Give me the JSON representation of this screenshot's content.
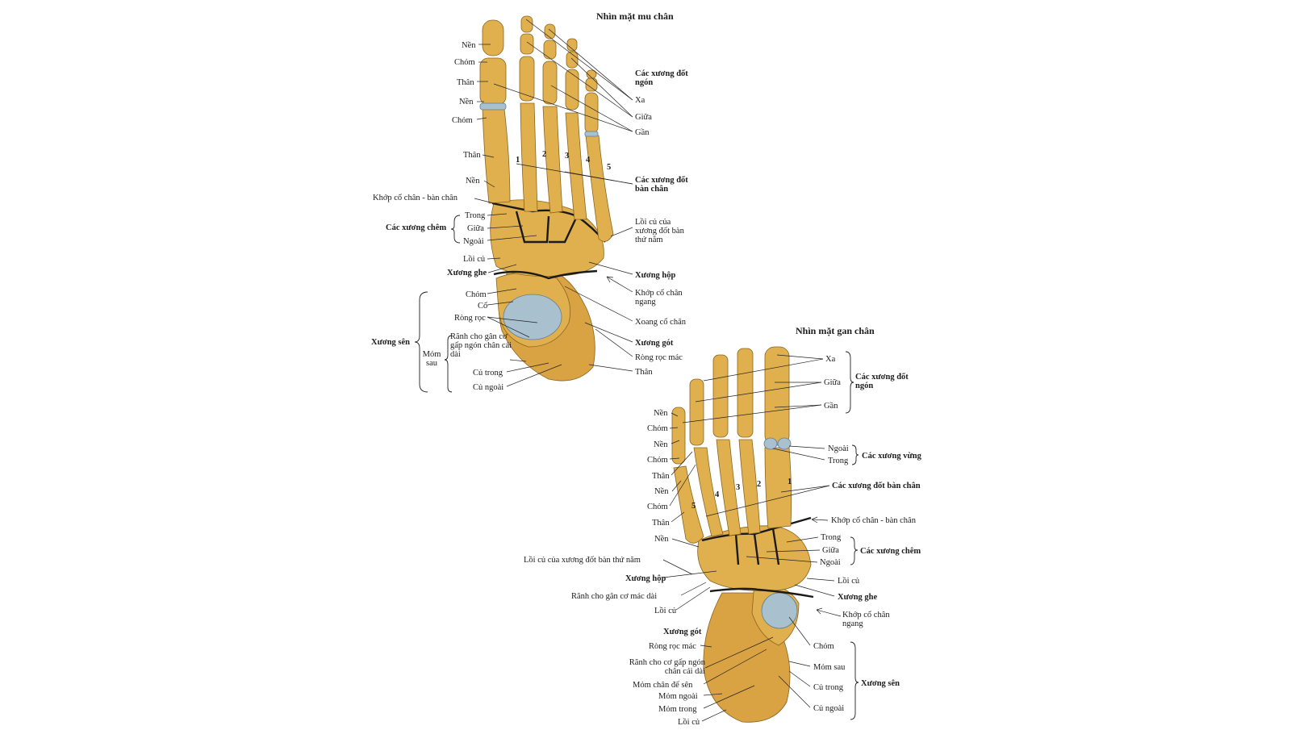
{
  "dorsal": {
    "title": "Nhìn mặt mu chân",
    "labels": {
      "nen1": "Nền",
      "chom1": "Chỏm",
      "than1": "Thân",
      "nen2": "Nền",
      "chom2": "Chỏm",
      "than2": "Thân",
      "nen3": "Nền",
      "khop_cc_bc": "Khớp cổ chân - bàn chân",
      "cac_xuong_chem": "Các xương chêm",
      "trong": "Trong",
      "giua": "Giữa",
      "ngoai": "Ngoài",
      "loi_cu": "Lồi củ",
      "xuong_ghe": "Xương ghe",
      "chom3": "Chỏm",
      "co": "Cổ",
      "rong_roc": "Ròng rọc",
      "xuong_sen": "Xương sên",
      "mom_sau": "Mỏm sau",
      "ranh_gan": "Rãnh cho gân cơ gấp ngón chân cái dài",
      "cu_trong": "Củ trong",
      "cu_ngoai": "Củ ngoài",
      "cac_xuong_dot_ngon": "Các xương đốt ngón",
      "xa": "Xa",
      "giua2": "Giữa",
      "gan": "Gần",
      "cac_xuong_dot_ban_chan": "Các xương đốt bàn chân",
      "loi_cu_5": "Lồi củ của xương đốt bàn thứ năm",
      "xuong_hop": "Xương hộp",
      "khop_co_chan_ngang": "Khớp cổ chân ngang",
      "xoang_co_chan": "Xoang cổ chân",
      "xuong_got": "Xương gót",
      "rong_roc_mac": "Ròng rọc mác",
      "than_got": "Thân"
    },
    "numbers": [
      "1",
      "2",
      "3",
      "4",
      "5"
    ]
  },
  "plantar": {
    "title": "Nhìn mặt gan chân",
    "labels": {
      "xa": "Xa",
      "giua": "Giữa",
      "gan": "Gần",
      "cac_xuong_dot_ngon": "Các xương đốt ngón",
      "ngoai_vung": "Ngoài",
      "trong_vung": "Trong",
      "cac_xuong_vung": "Các xương vừng",
      "cac_xuong_dot_ban_chan": "Các xương đốt bàn chân",
      "khop_cc_bc": "Khớp cổ chân - bàn chân",
      "trong_chem": "Trong",
      "giua_chem": "Giữa",
      "ngoai_chem": "Ngoài",
      "cac_xuong_chem": "Các xương chêm",
      "loi_cu_ghe": "Lồi củ",
      "xuong_ghe": "Xương ghe",
      "khop_co_chan_ngang": "Khớp cổ chân ngang",
      "chom_sen": "Chỏm",
      "mom_sau": "Mỏm sau",
      "cu_trong": "Củ trong",
      "cu_ngoai": "Củ ngoài",
      "xuong_sen": "Xương sên",
      "nen1": "Nền",
      "chom1": "Chỏm",
      "nen2": "Nền",
      "chom2": "Chỏm",
      "than1": "Thân",
      "nen3": "Nền",
      "chom3": "Chỏm",
      "than2": "Thân",
      "nen4": "Nền",
      "loi_cu_5": "Lồi củ của xương đốt bàn thứ năm",
      "xuong_hop": "Xương hộp",
      "ranh_gan_mac": "Rãnh cho gân cơ mác dài",
      "loi_cu_hop": "Lồi củ",
      "xuong_got": "Xương gót",
      "rong_roc_mac": "Ròng rọc mác",
      "ranh_gan_gap": "Rãnh cho cơ gấp ngón chân cái dài",
      "mom_chan_de_sen": "Mỏm chân đế sên",
      "mom_ngoai": "Mỏm ngoài",
      "mom_trong": "Mỏm trong",
      "loi_cu_got": "Lồi củ"
    },
    "numbers": [
      "5",
      "4",
      "3",
      "2",
      "1"
    ]
  },
  "colors": {
    "bone": "#e1b04e",
    "cartilage": "#a9c0cf",
    "joint_line": "#1a1a1a"
  }
}
